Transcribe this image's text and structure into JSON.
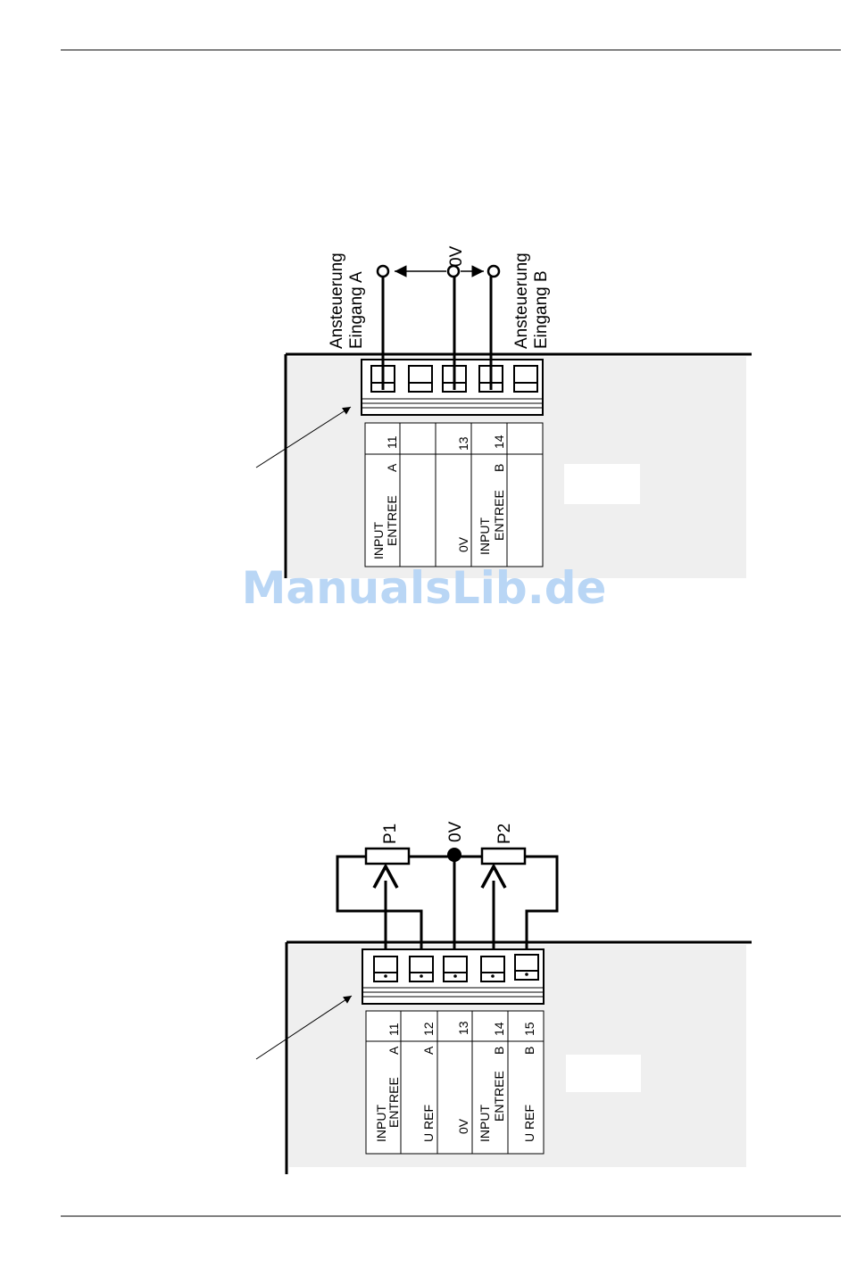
{
  "colors": {
    "panel": "#efefef",
    "line": "#000000",
    "watermark": "#b9d6f5"
  },
  "watermark": "ManualsLib.de",
  "diagram1": {
    "label_a_line1": "Ansteuerung",
    "label_a_line2": "Eingang A",
    "label_0v": "0V",
    "label_b_line1": "Ansteuerung",
    "label_b_line2": "Eingang B",
    "col1_number": "11",
    "col1_letter": "A",
    "col1_input": "INPUT",
    "col1_entree": "ENTREE",
    "col3_number": "13",
    "col3_text": "0V",
    "col4_number": "14",
    "col4_letter": "B",
    "col4_input": "INPUT",
    "col4_entree": "ENTREE"
  },
  "diagram2": {
    "label_p1": "P1",
    "label_0v": "0V",
    "label_p2": "P2",
    "col1_number": "11",
    "col1_letter": "A",
    "col1_input": "INPUT",
    "col1_entree": "ENTREE",
    "col2_number": "12",
    "col2_letter": "A",
    "col2_text": "U REF",
    "col3_number": "13",
    "col3_text": "0V",
    "col4_number": "14",
    "col4_letter": "B",
    "col4_input": "INPUT",
    "col4_entree": "ENTREE",
    "col5_number": "15",
    "col5_letter": "B",
    "col5_text": "U REF"
  }
}
